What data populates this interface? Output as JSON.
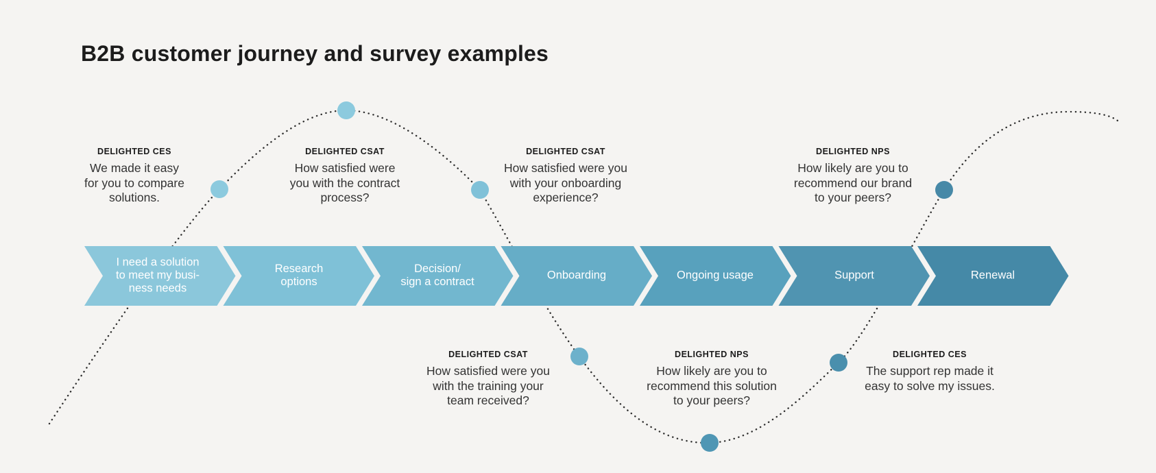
{
  "title": "B2B customer journey and survey examples",
  "colors": {
    "background": "#f5f4f2",
    "curve": "#2f2f2f",
    "heading_text": "#1c1c1c",
    "stage_text": "#ffffff"
  },
  "journey": {
    "stages": [
      {
        "label": "I need a solution\nto meet my busi-\nness needs",
        "color": "#8bc7db"
      },
      {
        "label": "Research\noptions",
        "color": "#7fc1d7"
      },
      {
        "label": "Decision/\nsign a contract",
        "color": "#72b7cf"
      },
      {
        "label": "Onboarding",
        "color": "#66adc7"
      },
      {
        "label": "Ongoing usage",
        "color": "#58a1bd"
      },
      {
        "label": "Support",
        "color": "#5094b1"
      },
      {
        "label": "Renewal",
        "color": "#4589a7"
      }
    ]
  },
  "touchpoints": [
    {
      "color": "#8ccade"
    },
    {
      "color": "#8ccade"
    },
    {
      "color": "#80c1d8"
    },
    {
      "color": "#6db1cb"
    },
    {
      "color": "#4f96b4"
    },
    {
      "color": "#4a8fad"
    },
    {
      "color": "#4789a7"
    }
  ],
  "annotations": {
    "top": [
      {
        "survey": "DELIGHTED CES",
        "question": "We made it easy\nfor you to compare\nsolutions."
      },
      {
        "survey": "DELIGHTED CSAT",
        "question": "How satisfied were\nyou with the contract\nprocess?"
      },
      {
        "survey": "DELIGHTED CSAT",
        "question": "How satisfied were you\nwith your onboarding\nexperience?"
      },
      {
        "survey": "DELIGHTED NPS",
        "question": "How likely are you to\nrecommend our brand\nto your peers?"
      }
    ],
    "bottom": [
      {
        "survey": "DELIGHTED CSAT",
        "question": "How satisfied were you\nwith the training your\nteam received?"
      },
      {
        "survey": "DELIGHTED NPS",
        "question": "How likely are you to\nrecommend this solution\nto your peers?"
      },
      {
        "survey": "DELIGHTED CES",
        "question": "The support rep made it\neasy to solve my issues."
      }
    ]
  }
}
